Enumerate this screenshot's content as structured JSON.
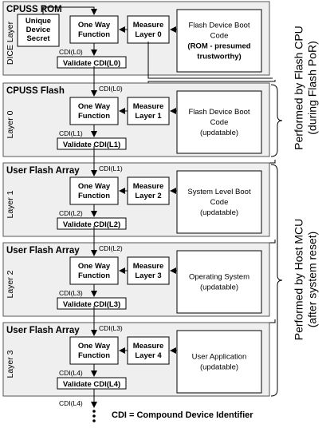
{
  "panels": [
    {
      "title": "CPUSS ROM",
      "layer": "DICE Layer",
      "uds": [
        "Unique",
        "Device",
        "Secret"
      ],
      "owf": [
        "One Way",
        "Function"
      ],
      "measure": [
        "Measure",
        "Layer 0"
      ],
      "validate": "Validate CDI(L0)",
      "cdi_out": "CDI(L0)",
      "cdi_in": "",
      "desc": [
        "Flash Device Boot",
        "Code"
      ],
      "desc_extra": [
        "(ROM - presumed",
        "trustworthy)"
      ]
    },
    {
      "title": "CPUSS Flash",
      "layer": "Layer 0",
      "owf": [
        "One Way",
        "Function"
      ],
      "measure": [
        "Measure",
        "Layer 1"
      ],
      "validate": "Validate CDI(L1)",
      "cdi_out": "CDI(L1)",
      "cdi_in": "CDI(L0)",
      "desc": [
        "Flash Device Boot",
        "Code",
        "(updatable)"
      ]
    },
    {
      "title": "User Flash Array",
      "layer": "Layer 1",
      "owf": [
        "One Way",
        "Function"
      ],
      "measure": [
        "Measure",
        "Layer 2"
      ],
      "validate": "Validate CDI(L2)",
      "cdi_out": "CDI(L2)",
      "cdi_in": "CDI(L1)",
      "desc": [
        "System Level Boot",
        "Code",
        "(updatable)"
      ]
    },
    {
      "title": "User Flash Array",
      "layer": "Layer 2",
      "owf": [
        "One Way",
        "Function"
      ],
      "measure": [
        "Measure",
        "Layer 3"
      ],
      "validate": "Validate CDI(L3)",
      "cdi_out": "CDI(L3)",
      "cdi_in": "CDI(L2)",
      "desc": [
        "Operating System",
        "(updatable)"
      ]
    },
    {
      "title": "User Flash Array",
      "layer": "Layer 3",
      "owf": [
        "One Way",
        "Function"
      ],
      "measure": [
        "Measure",
        "Layer 4"
      ],
      "validate": "Validate CDI(L4)",
      "cdi_out": "CDI(L4)",
      "cdi_in": "CDI(L3)",
      "desc": [
        "User Application",
        "(updatable)"
      ]
    }
  ],
  "final_cdi": "CDI(L4)",
  "side_labels": {
    "flash_cpu": [
      "Performed by Flash CPU",
      "(during Flash PoR)"
    ],
    "host_mcu": [
      "Performed by Host MCU",
      "(after system reset)"
    ]
  },
  "legend": "CDI = Compound Device Identifier"
}
